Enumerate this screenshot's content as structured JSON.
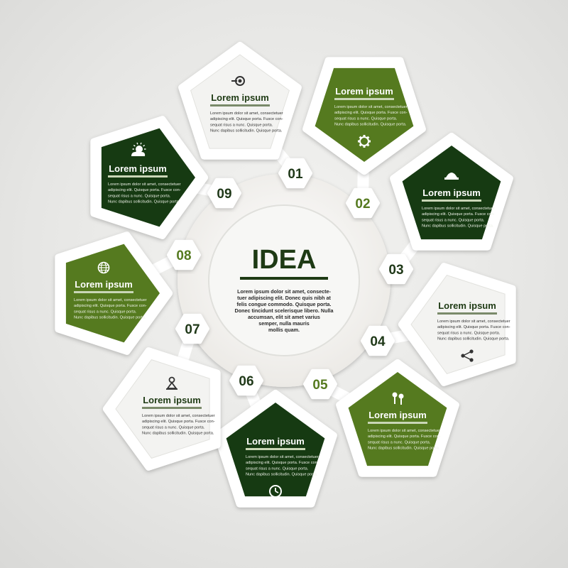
{
  "center": {
    "title": "IDEA",
    "body": [
      "Lorem ipsum dolor sit amet, consecte-",
      "tuer adipiscing elit. Donec quis nibh at",
      "felis congue commodo. Quisque porta.",
      "Donec tincidunt scelerisque libero. Nulla",
      "accumsan, elit sit amet varius",
      "semper, nulla mauris",
      "mollis quam."
    ]
  },
  "colors": {
    "light": "#f3f3f1",
    "olive": "#557a1f",
    "dark": "#163a12",
    "frame": "#ffffff",
    "num_green": "#557a1f",
    "num_dark": "#1f3818"
  },
  "body_text": [
    "Lorem ipsum dolor sit amet, consectetuer",
    "adipiscing elit. Quisque porta. Fusce con-",
    "sequat risus a nunc. Quisque porta.",
    "Nunc dapibus sollicitudin. Quisque porta."
  ],
  "steps": [
    {
      "num": "01",
      "title": "Lorem ipsum",
      "fill": "light",
      "icon": "target-icon"
    },
    {
      "num": "02",
      "title": "Lorem ipsum",
      "fill": "olive",
      "icon": "gear-icon"
    },
    {
      "num": "03",
      "title": "Lorem ipsum",
      "fill": "dark",
      "icon": "hat-icon"
    },
    {
      "num": "04",
      "title": "Lorem ipsum",
      "fill": "light",
      "icon": "share-icon"
    },
    {
      "num": "05",
      "title": "Lorem ipsum",
      "fill": "olive",
      "icon": "keys-icon"
    },
    {
      "num": "06",
      "title": "Lorem ipsum",
      "fill": "dark",
      "icon": "clock-icon"
    },
    {
      "num": "07",
      "title": "Lorem ipsum",
      "fill": "light",
      "icon": "person-icon"
    },
    {
      "num": "08",
      "title": "Lorem ipsum",
      "fill": "olive",
      "icon": "globe-icon"
    },
    {
      "num": "09",
      "title": "Lorem ipsum",
      "fill": "dark",
      "icon": "cloud-sun-icon"
    }
  ]
}
